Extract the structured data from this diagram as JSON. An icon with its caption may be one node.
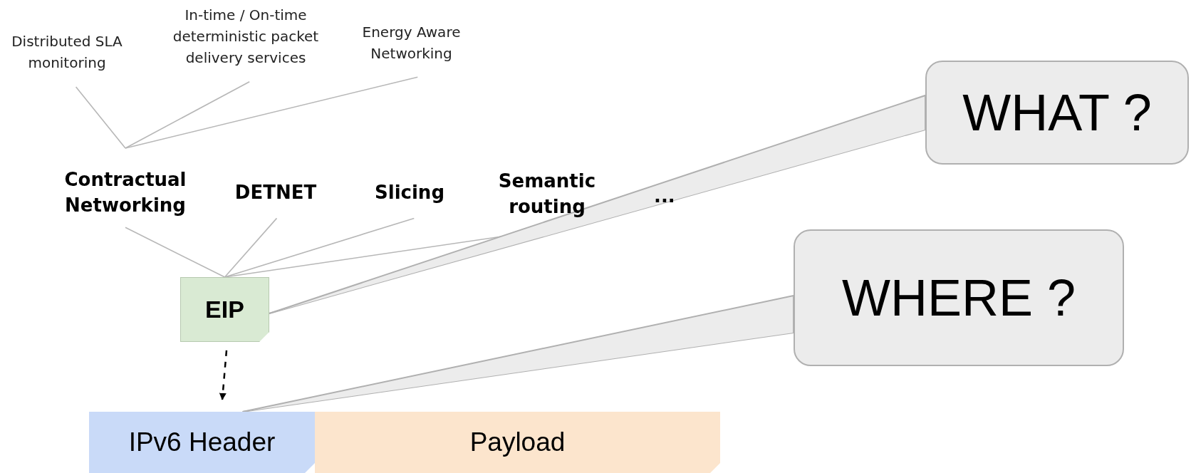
{
  "diagram": {
    "nodes": [
      {
        "text": [
          "Distributed SLA monitoring"
        ]
      },
      {
        "text": [
          "In-time / On-time deterministic packet delivery services"
        ]
      },
      {
        "text": [
          "Energy Aware Networking"
        ]
      },
      {
        "text": [
          "Contractual Networking"
        ]
      },
      {
        "text": [
          "DETNET"
        ]
      },
      {
        "text": [
          "Slicing"
        ]
      },
      {
        "text": [
          "Semantic routing"
        ]
      },
      {
        "text": [
          "EIP"
        ]
      },
      {
        "text": [
          "IPv6 Header"
        ]
      },
      {
        "text": [
          "Payload"
        ]
      },
      {
        "text": [
          "WHAT ?"
        ]
      },
      {
        "text": [
          "WHERE ?"
        ]
      }
    ],
    "edges": [
      {
        "from": 0,
        "to": 3,
        "arrow": "none"
      },
      {
        "from": 1,
        "to": 3,
        "arrow": "none"
      },
      {
        "from": 2,
        "to": 3,
        "arrow": "none"
      },
      {
        "from": 3,
        "to": 7,
        "arrow": "none"
      },
      {
        "from": 4,
        "to": 7,
        "arrow": "none"
      },
      {
        "from": 5,
        "to": 7,
        "arrow": "none"
      },
      {
        "from": 6,
        "to": 7,
        "arrow": "none"
      },
      {
        "from": 7,
        "to": 8,
        "arrow": "to",
        "style": "dashed",
        "color": "#000000"
      },
      {
        "from": 10,
        "to": 7,
        "arrow": "none"
      },
      {
        "from": 11,
        "to": 8,
        "arrow": "none"
      }
    ],
    "labels": [
      "..."
    ]
  }
}
